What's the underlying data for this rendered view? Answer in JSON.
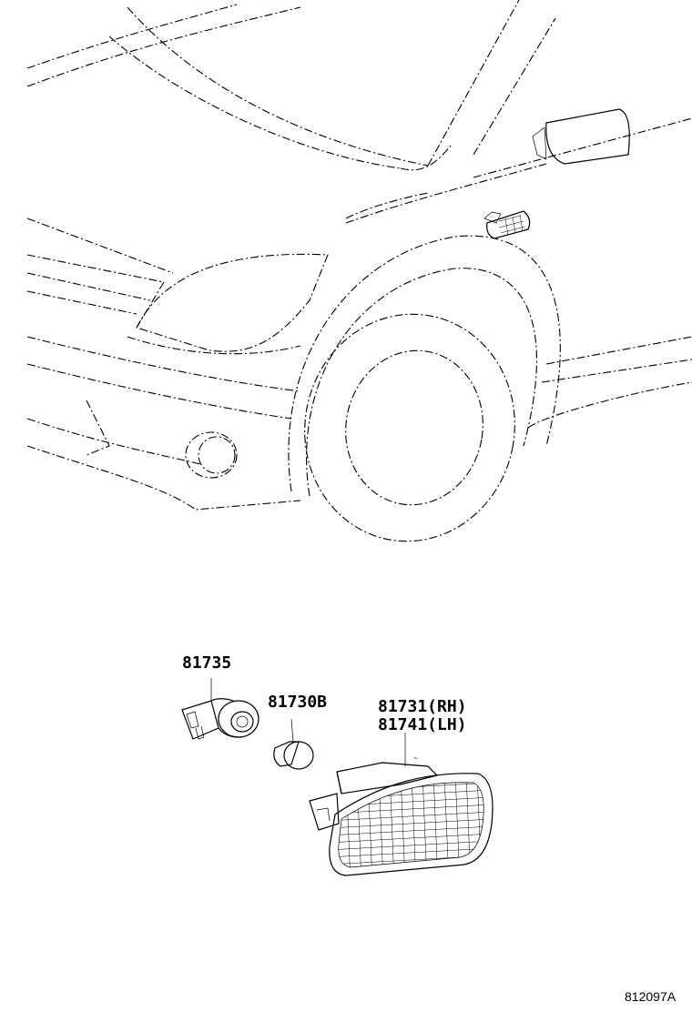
{
  "diagram": {
    "parts": [
      {
        "part_number": "81735"
      },
      {
        "part_number": "81730B"
      },
      {
        "part_number": "81731(RH)"
      },
      {
        "part_number": "81741(LH)"
      }
    ],
    "reference_code": "812097A"
  }
}
